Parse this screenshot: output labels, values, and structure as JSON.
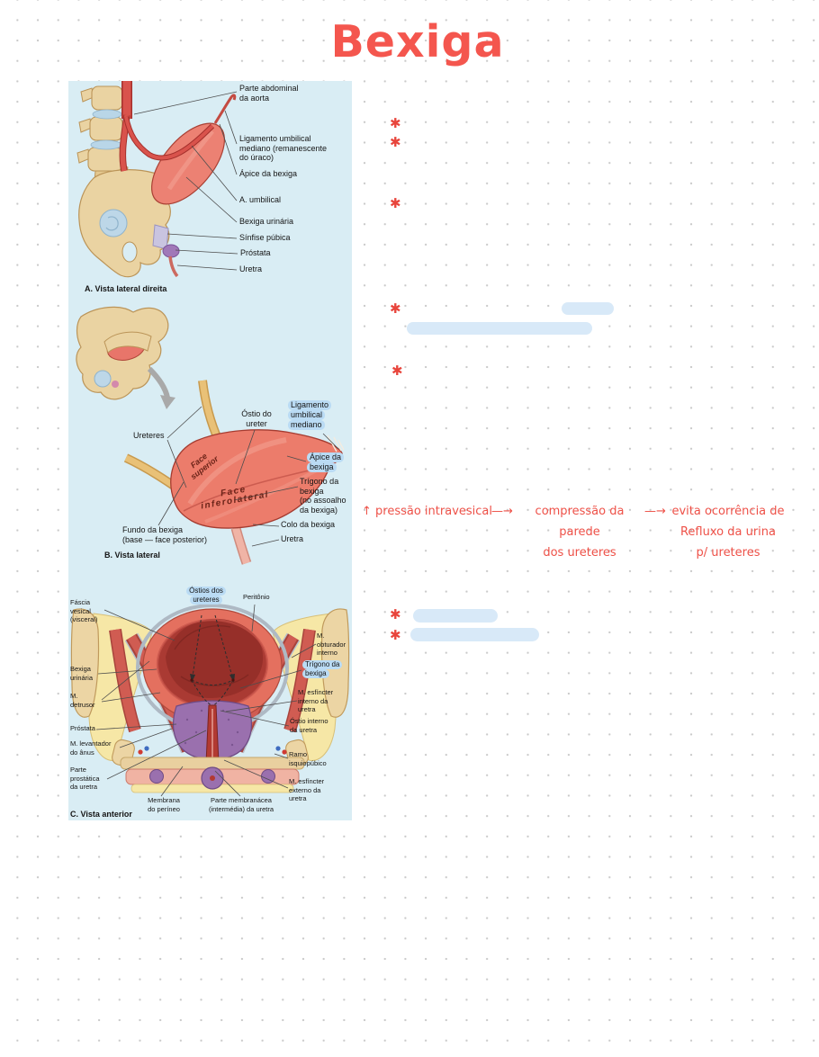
{
  "page": {
    "title": "Bexiga"
  },
  "colors": {
    "title_red": "#f4564e",
    "note_red": "#ee5148",
    "asterisk_red": "#e8453c",
    "highlight_blue": "#d8e9f8",
    "figure_background": "#d9edf4"
  },
  "figure": {
    "panel_a": {
      "caption": "A. Vista lateral direita",
      "labels": {
        "parte_abdominal": "Parte abdominal\nda aorta",
        "ligamento": "Ligamento umbilical\nmediano (remanescente\ndo úraco)",
        "apice": "Ápice da bexiga",
        "a_umbilical": "A. umbilical",
        "bexiga_urinaria": "Bexiga urinária",
        "sinfise": "Sínfise púbica",
        "prostata": "Próstata",
        "uretra": "Uretra"
      }
    },
    "panel_b": {
      "caption": "B. Vista lateral",
      "labels": {
        "ureteres": "Ureteres",
        "ostio_do_ureter": "Óstio do\nureter",
        "trigono": "Trígono da\nbexiga\n(no assoalho\nda bexiga)",
        "colo": "Colo da bexiga",
        "uretra": "Uretra",
        "fundo": "Fundo da bexiga\n(base — face posterior)",
        "face_superior": "Face\nsuperior",
        "face_inferolateral": "Face\ninferolateral"
      },
      "highlighted": {
        "ligamento": [
          "Ligamento",
          "umbilical",
          "mediano"
        ],
        "apice": [
          "Ápice da",
          "bexiga"
        ]
      }
    },
    "panel_c": {
      "caption": "C. Vista anterior",
      "labels": {
        "fascia": "Fáscia\nvesical\n(visceral)",
        "peritonio": "Peritônio",
        "m_obturador": "M. obturador\ninterno",
        "bexiga_urinaria": "Bexiga\nurinária",
        "m_esfincter_interno": "M. esfíncter\ninterno da\nuretra",
        "m_detrusor": "M.\ndetrusor",
        "ostio_interno": "Óstio interno\nda uretra",
        "prostata": "Próstata",
        "m_levantador": "M. levantador\ndo ânus",
        "ramo": "Ramo\nisquiopúbico",
        "parte_prostatica": "Parte\nprostática\nda uretra",
        "m_esfincter_externo": "M. esfíncter\nexterno da\nuretra",
        "membrana": "Membrana\ndo períneo",
        "parte_membranacea": "Parte membranácea\n(intermédia) da uretra"
      },
      "highlighted": {
        "ostios": [
          "Óstios dos",
          "ureteres"
        ],
        "trigono": [
          "Trígono da",
          "bexiga"
        ]
      }
    }
  },
  "notes": {
    "asterisk": "✱",
    "flow": {
      "step1": "↑ pressão intravesical",
      "arrow": "—→",
      "step2": "compressão da parede\ndos ureteres",
      "step3": "evita ocorrência de\nRefluxo da urina\np/ ureteres"
    }
  }
}
